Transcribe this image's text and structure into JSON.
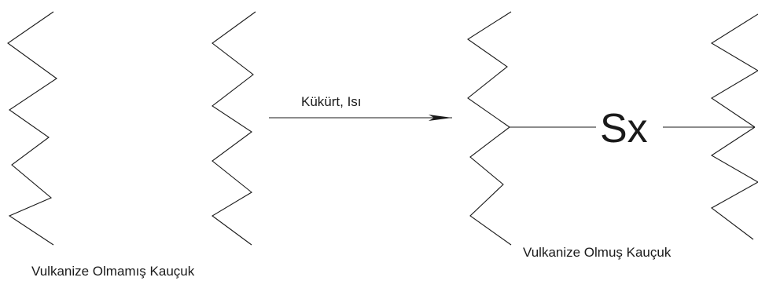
{
  "reaction_label": "Kükürt, Isı",
  "crosslink_label": "Sx",
  "before_label": "Vulkanize Olmamış Kauçuk",
  "after_label": "Vulkanize Olmuş Kauçuk"
}
